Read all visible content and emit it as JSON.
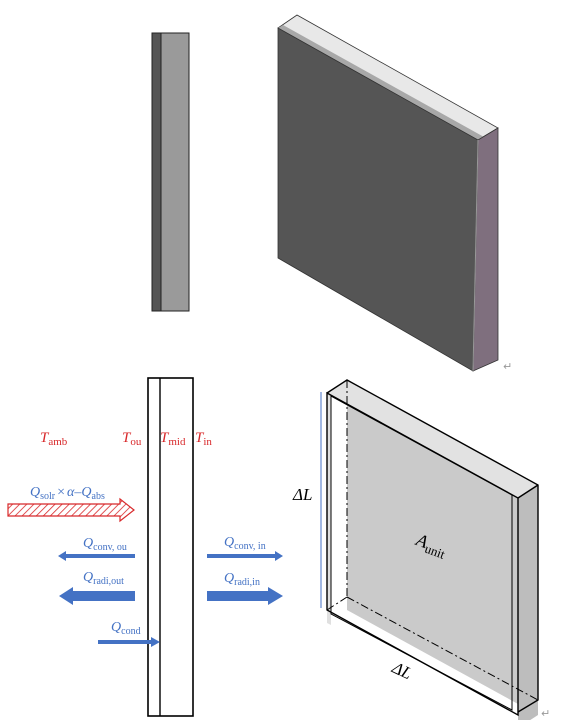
{
  "colors": {
    "temp_red": "#d8282a",
    "flux_blue": "#4472c4",
    "hatch_red": "#d8282a",
    "dark_face": "#545454",
    "side_face": "#7f6f7e",
    "top_face": "#e6e6e6",
    "light_panel": "#9a9a9a",
    "cell_face": "#cacaca"
  },
  "labels": {
    "t_amb": {
      "sym": "T",
      "sub": "amb"
    },
    "t_out": {
      "sym": "T",
      "sub": "ou"
    },
    "t_mid": {
      "sym": "T",
      "sub": "mid"
    },
    "t_in": {
      "sym": "T",
      "sub": "in"
    },
    "solar": {
      "q1": "Q",
      "q1_sub": "solr",
      "times": "×",
      "alpha": "α",
      "minus": "–",
      "q2": "Q",
      "q2_sub": "abs"
    },
    "q_conv_out": {
      "sym": "Q",
      "sub": "conv, ou"
    },
    "q_radi_out": {
      "sym": "Q",
      "sub": "radi,out"
    },
    "q_cond": {
      "sym": "Q",
      "sub": "cond"
    },
    "q_conv_in": {
      "sym": "Q",
      "sub": "conv, in"
    },
    "q_radi_in": {
      "sym": "Q",
      "sub": "radi,in"
    },
    "delta_l_vert": "ΔL",
    "delta_l_horiz": "ΔL",
    "a_unit": {
      "sym": "A",
      "sub": "unit"
    },
    "return_mark_1": "↵",
    "return_mark_2": "↵"
  }
}
